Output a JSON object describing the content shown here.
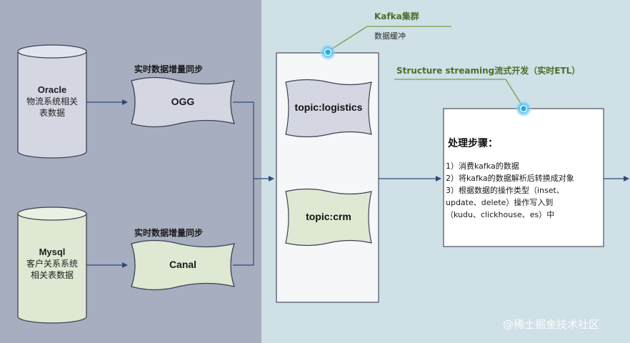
{
  "sources": [
    {
      "title": "Oracle",
      "lines": [
        "物流系统相关",
        "表数据"
      ]
    },
    {
      "title": "Mysql",
      "lines": [
        "客户关系系统",
        "相关表数据"
      ]
    }
  ],
  "sync": [
    {
      "title": "实时数据增量同步",
      "tool": "OGG"
    },
    {
      "title": "实时数据增量同步",
      "tool": "Canal"
    }
  ],
  "kafka": {
    "title": "Kafka集群",
    "subtitle": "数据缓冲",
    "topics": [
      "topic:logistics",
      "topic:crm"
    ]
  },
  "streaming": {
    "title": "Structure  streaming流式开发（实时ETL）",
    "heading": "处理步骤：",
    "steps": "1）消费kafka的数据\n2）将kafka的数据解析后转换成对象\n3）根据数据的操作类型（inset、\nupdate、delete）操作写入到\n（kudu、clickhouse、es）中"
  },
  "watermark": "@稀土掘金技术社区",
  "colors": {
    "left_panel": "#a7aebf",
    "right_panel": "#cfe0e6",
    "oracle_fill": "#d4d6e2",
    "mysql_fill": "#dfe8d3",
    "connector": "#2f4a7a",
    "callout_green": "#7a9a4a",
    "glow": "#2aa9e0"
  }
}
